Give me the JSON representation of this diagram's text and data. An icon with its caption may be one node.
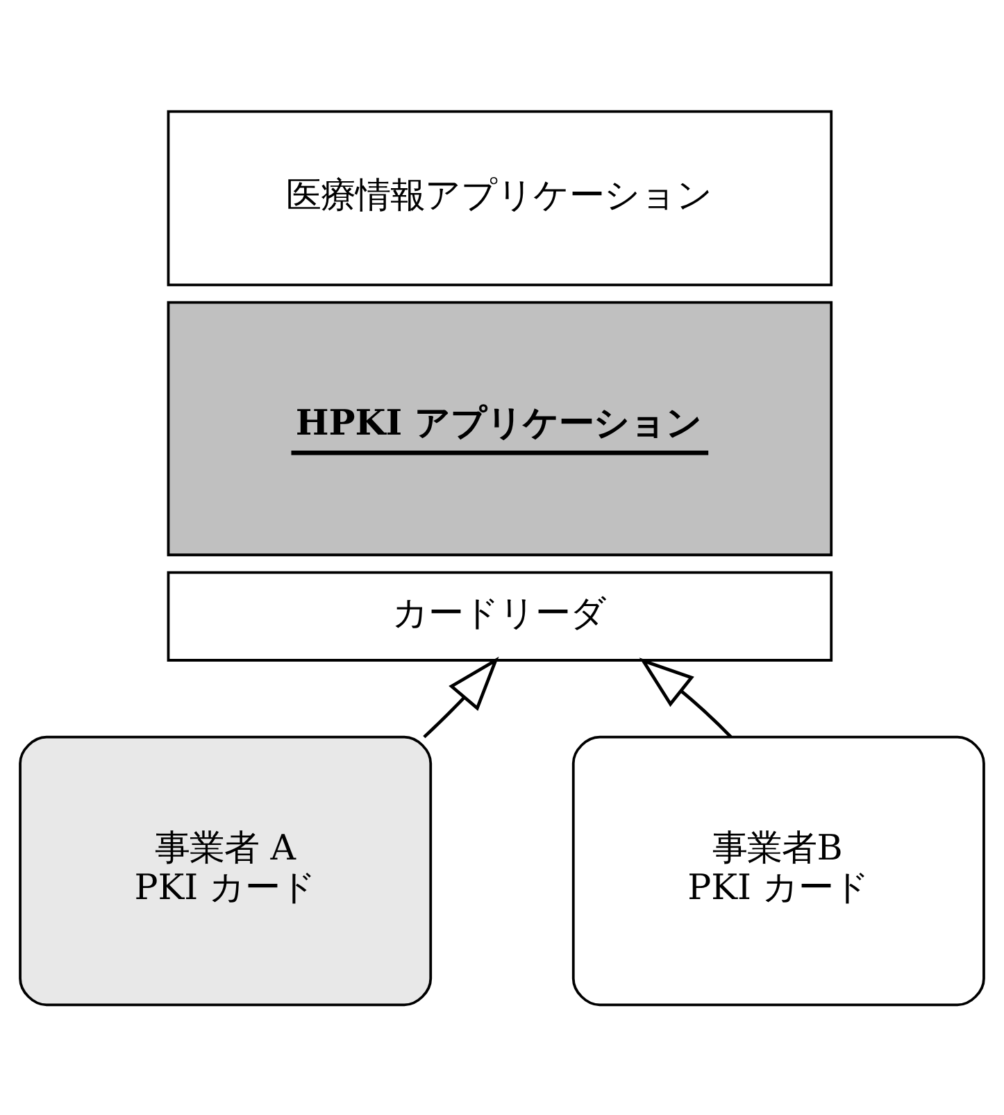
{
  "diagram": {
    "nodes": [
      {
        "text": [
          "医療情報アプリケーション"
        ]
      },
      {
        "text": [
          "HPKI アプリケーション"
        ]
      },
      {
        "text": [
          "カードリーダ"
        ]
      },
      {
        "text": [
          "事業者 A",
          "PKI カード"
        ]
      },
      {
        "text": [
          "事業者B",
          "PKI カード"
        ]
      }
    ],
    "edges": [
      {
        "from": 3,
        "to": 2,
        "arrow": "to"
      },
      {
        "from": 4,
        "to": 2,
        "arrow": "to"
      }
    ]
  }
}
